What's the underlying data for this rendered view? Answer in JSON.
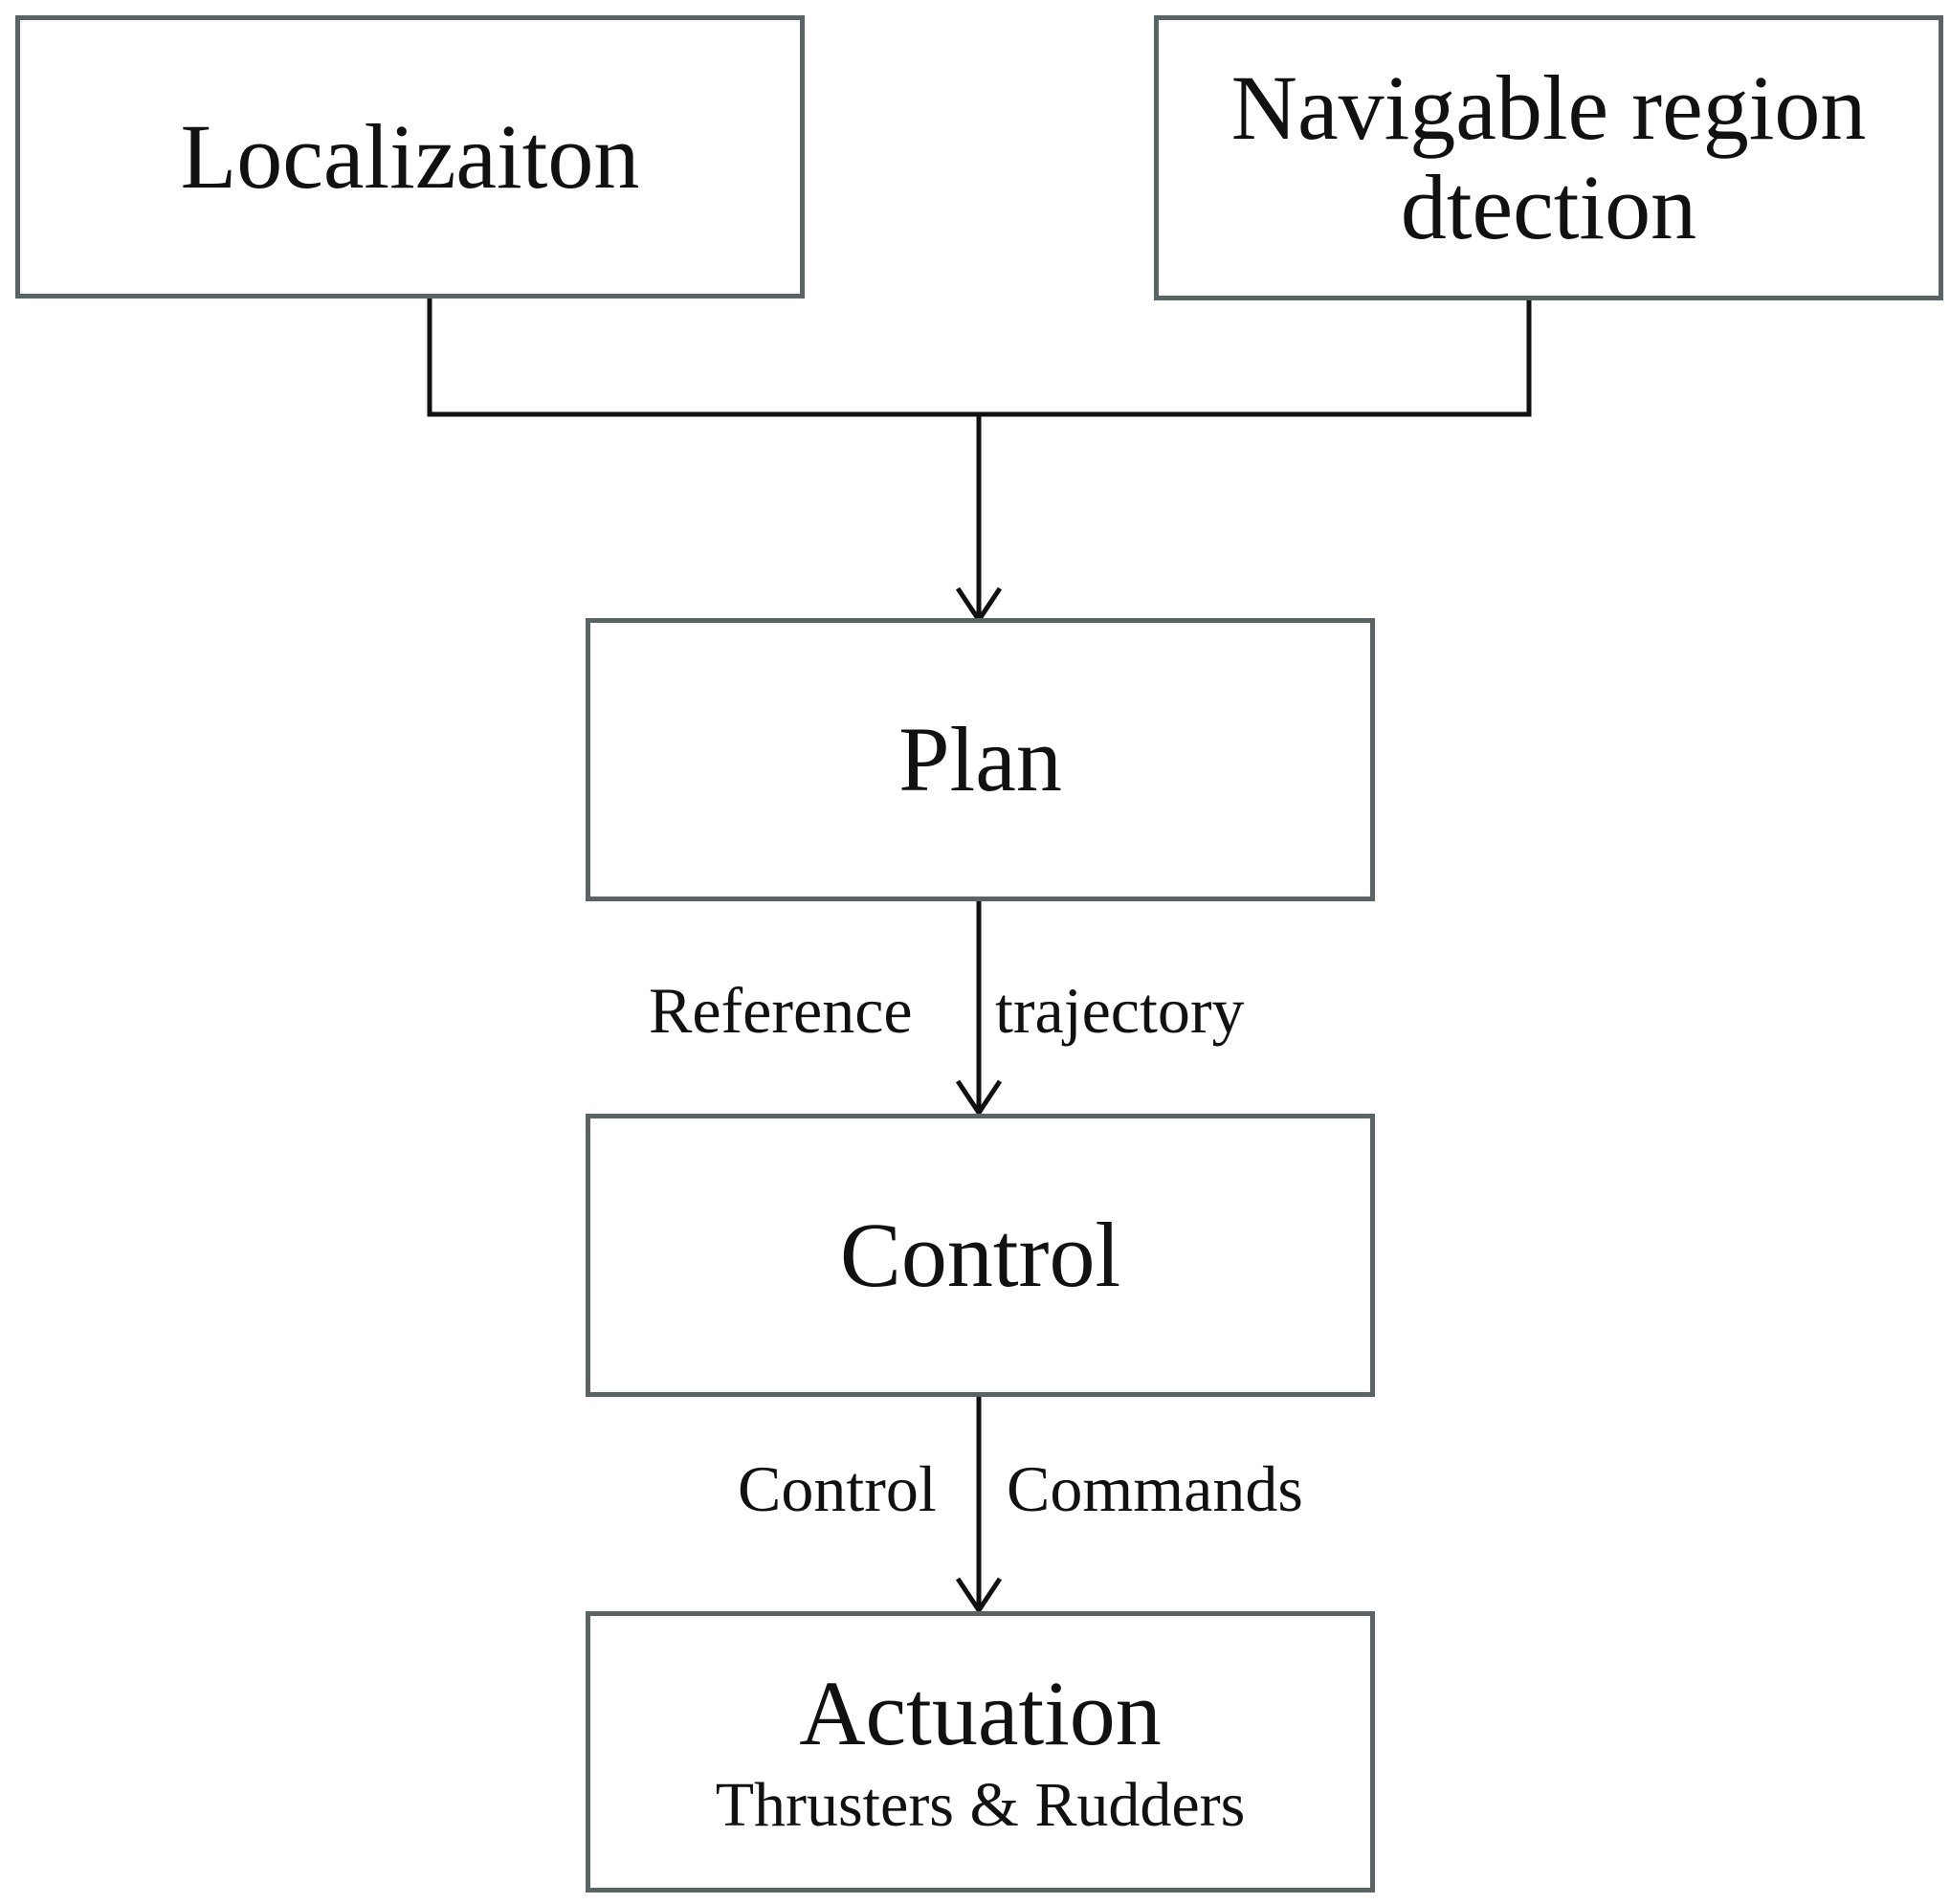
{
  "nodes": {
    "localization": {
      "label": "Localizaiton"
    },
    "navigable": {
      "label": "Navigable region\ndtection"
    },
    "plan": {
      "label": "Plan"
    },
    "control": {
      "label": "Control"
    },
    "actuation": {
      "label": "Actuation",
      "sublabel": "Thrusters & Rudders"
    }
  },
  "edges": {
    "plan_to_control": {
      "label_left": "Reference",
      "label_right": "trajectory"
    },
    "control_to_actuation": {
      "label_left": "Control",
      "label_right": "Commands"
    }
  },
  "colors": {
    "box_border": "#5a6466",
    "line": "#111111",
    "text": "#111111"
  }
}
